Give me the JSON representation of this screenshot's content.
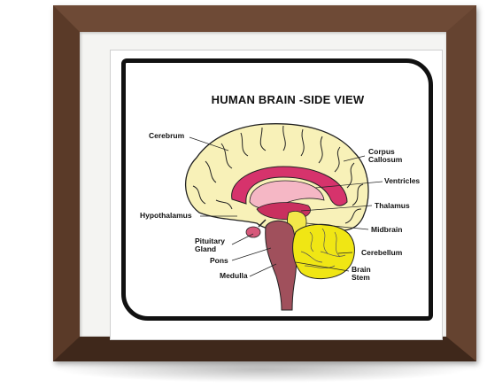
{
  "title": "HUMAN BRAIN -SIDE VIEW",
  "labels": {
    "cerebrum": "Cerebrum",
    "corpus_callosum": "Corpus\nCallosum",
    "ventricles": "Ventricles",
    "thalamus": "Thalamus",
    "hypothalamus": "Hypothalamus",
    "midbrain": "Midbrain",
    "pituitary_gland": "Pituitary\nGland",
    "cerebellum": "Cerebellum",
    "pons": "Pons",
    "brain_stem": "Brain\nStem",
    "medulla": "Medulla"
  },
  "colors": {
    "frame": "#5a3a28",
    "cerebrum": "#f8f1b8",
    "corpus_callosum": "#d6336c",
    "ventricle": "#f5b7c5",
    "brainstem": "#a0505c",
    "cerebellum": "#f0e614",
    "midbrain": "#f3e84a"
  }
}
